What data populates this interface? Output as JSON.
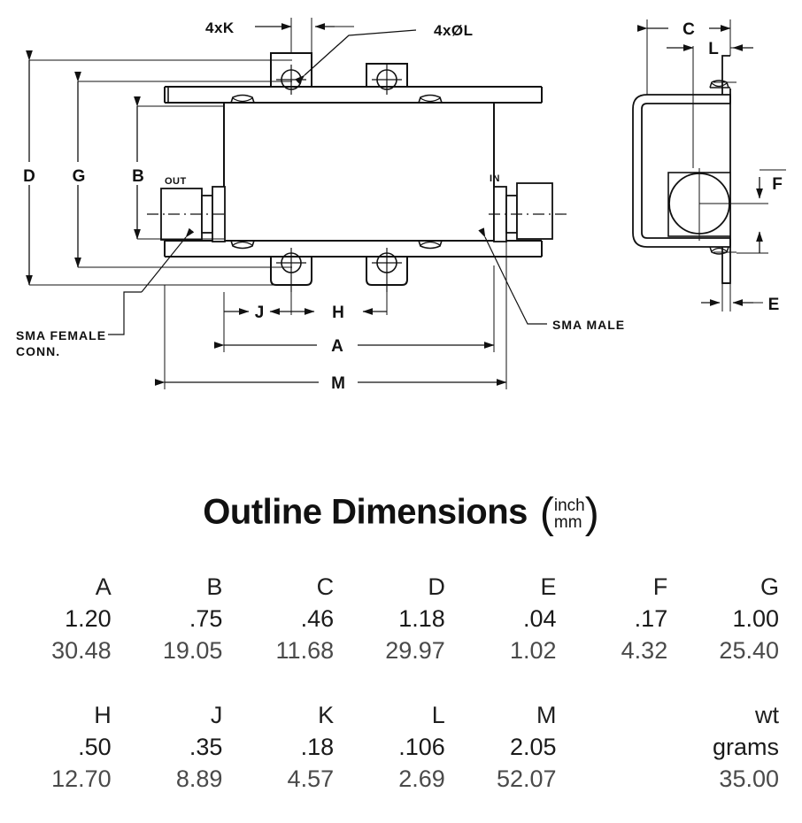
{
  "drawing": {
    "callouts": [
      {
        "name": "4xK",
        "label": "4xK"
      },
      {
        "name": "4xdiaL",
        "label": "4xØL"
      }
    ],
    "notes": [
      {
        "name": "sma-female",
        "line1": "SMA  FEMALE",
        "line2": "CONN."
      },
      {
        "name": "sma-male",
        "line1": "SMA  MALE",
        "line2": ""
      }
    ],
    "ports": {
      "out": "OUT",
      "in": "IN"
    },
    "dimension_labels": {
      "A": "A",
      "B": "B",
      "C": "C",
      "D": "D",
      "E": "E",
      "F": "F",
      "G": "G",
      "H": "H",
      "J": "J",
      "K": "K",
      "L": "L",
      "M": "M"
    },
    "line_color": "#111111"
  },
  "table": {
    "title": "Outline Dimensions",
    "unit_top": "inch",
    "unit_bottom": "mm",
    "paren_open": "(",
    "paren_close": ")",
    "group1": {
      "headers": [
        "A",
        "B",
        "C",
        "D",
        "E",
        "F",
        "G"
      ],
      "inch": [
        "1.20",
        ".75",
        ".46",
        "1.18",
        ".04",
        ".17",
        "1.00"
      ],
      "mm": [
        "30.48",
        "19.05",
        "11.68",
        "29.97",
        "1.02",
        "4.32",
        "25.40"
      ]
    },
    "group2": {
      "headers": [
        "H",
        "J",
        "K",
        "L",
        "M",
        "",
        "wt"
      ],
      "inch": [
        ".50",
        ".35",
        ".18",
        ".106",
        "2.05",
        "",
        "grams"
      ],
      "mm": [
        "12.70",
        "8.89",
        "4.57",
        "2.69",
        "52.07",
        "",
        "35.00"
      ]
    }
  }
}
